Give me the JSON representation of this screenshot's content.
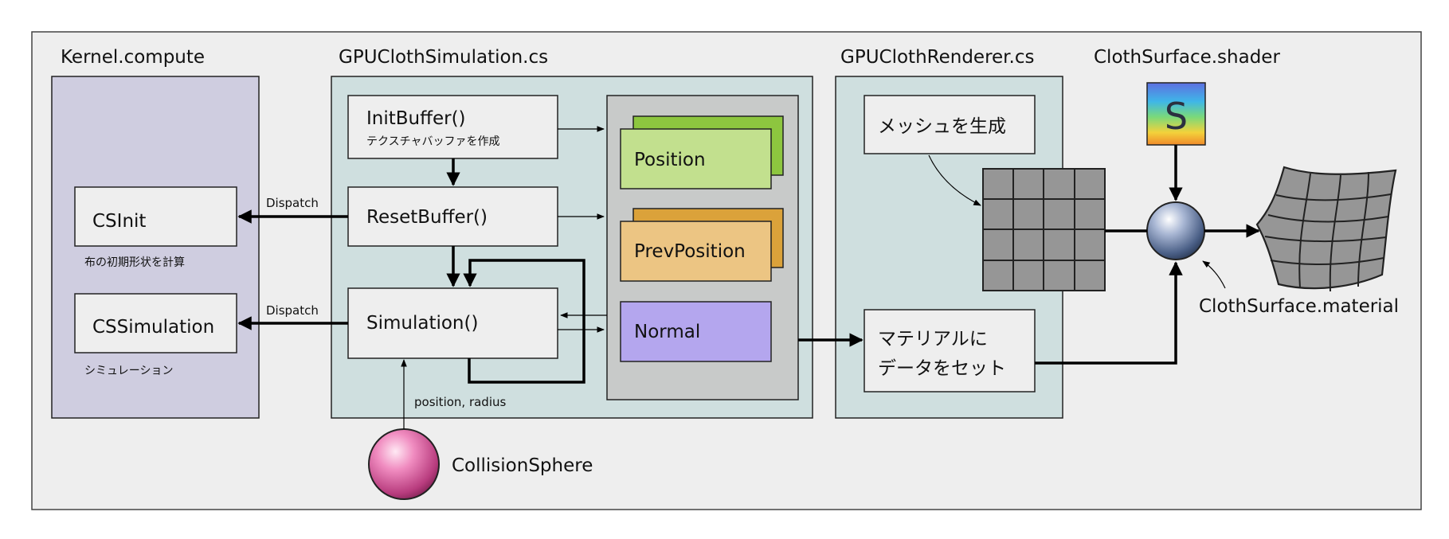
{
  "sections": {
    "kernel": "Kernel.compute",
    "simulation": "GPUClothSimulation.cs",
    "renderer": "GPUClothRenderer.cs",
    "shader": "ClothSurface.shader"
  },
  "kernel_box": {
    "csinit": "CSInit",
    "csinit_caption": "布の初期形状を計算",
    "cssimulation": "CSSimulation",
    "cssimulation_caption": "シミュレーション"
  },
  "sim_box": {
    "initbuffer": "InitBuffer()",
    "initbuffer_caption": "テクスチャバッファを作成",
    "resetbuffer": "ResetBuffer()",
    "simulation": "Simulation()"
  },
  "buffers": {
    "position": "Position",
    "prevposition": "PrevPosition",
    "normal": "Normal"
  },
  "renderer_box": {
    "mesh": "メッシュを生成",
    "setdata_line1": "マテリアルに",
    "setdata_line2": "データをセット"
  },
  "edges": {
    "dispatch1": "Dispatch",
    "dispatch2": "Dispatch",
    "sphere_params": "position, radius"
  },
  "objects": {
    "collision_sphere": "CollisionSphere",
    "material": "ClothSurface.material",
    "shader_icon_letter": "S"
  },
  "colors": {
    "outer_bg": "#eeeeee",
    "kernel_bg": "#cfcde0",
    "panel_bg": "#cfdfdf",
    "buffer_container": "#c8cac9",
    "position": "#c2e08e",
    "position_back": "#8dc63f",
    "prevposition": "#ecc583",
    "prevposition_back": "#dba23a",
    "normal": "#b4a6ee"
  }
}
